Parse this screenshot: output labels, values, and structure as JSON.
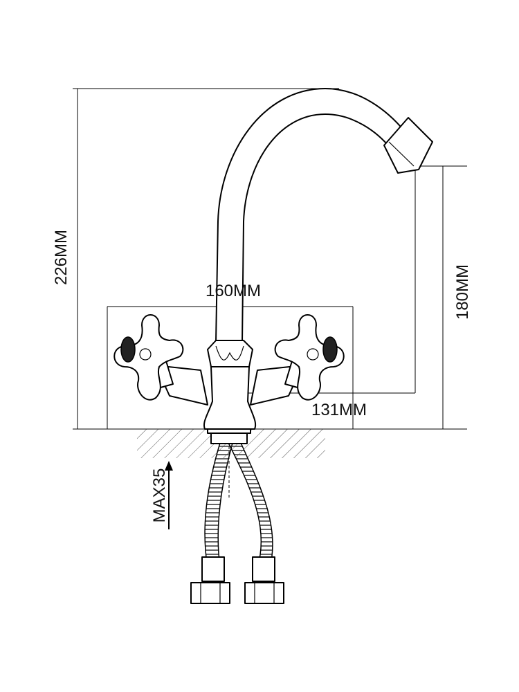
{
  "dimensions": {
    "total_height": "226MM",
    "spout_height": "180MM",
    "handle_span": "160MM",
    "spout_reach": "131MM",
    "max_countertop": "MAX35"
  },
  "colors": {
    "line": "#000000",
    "background": "#ffffff"
  }
}
